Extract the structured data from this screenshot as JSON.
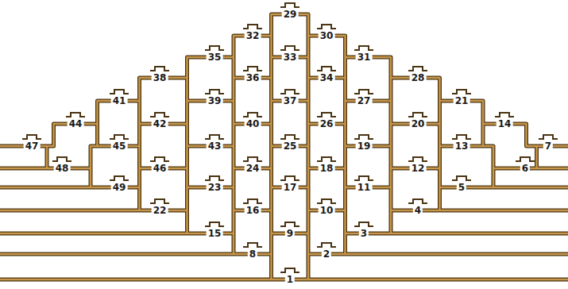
{
  "diagram": {
    "labels": [
      "29",
      "32",
      "30",
      "35",
      "33",
      "31",
      "38",
      "36",
      "34",
      "28",
      "41",
      "39",
      "37",
      "27",
      "21",
      "44",
      "42",
      "40",
      "26",
      "20",
      "14",
      "47",
      "45",
      "43",
      "25",
      "19",
      "13",
      "7",
      "48",
      "46",
      "24",
      "18",
      "12",
      "6",
      "49",
      "23",
      "17",
      "11",
      "5",
      "22",
      "16",
      "10",
      "4",
      "15",
      "9",
      "3",
      "8",
      "2",
      "1"
    ]
  }
}
